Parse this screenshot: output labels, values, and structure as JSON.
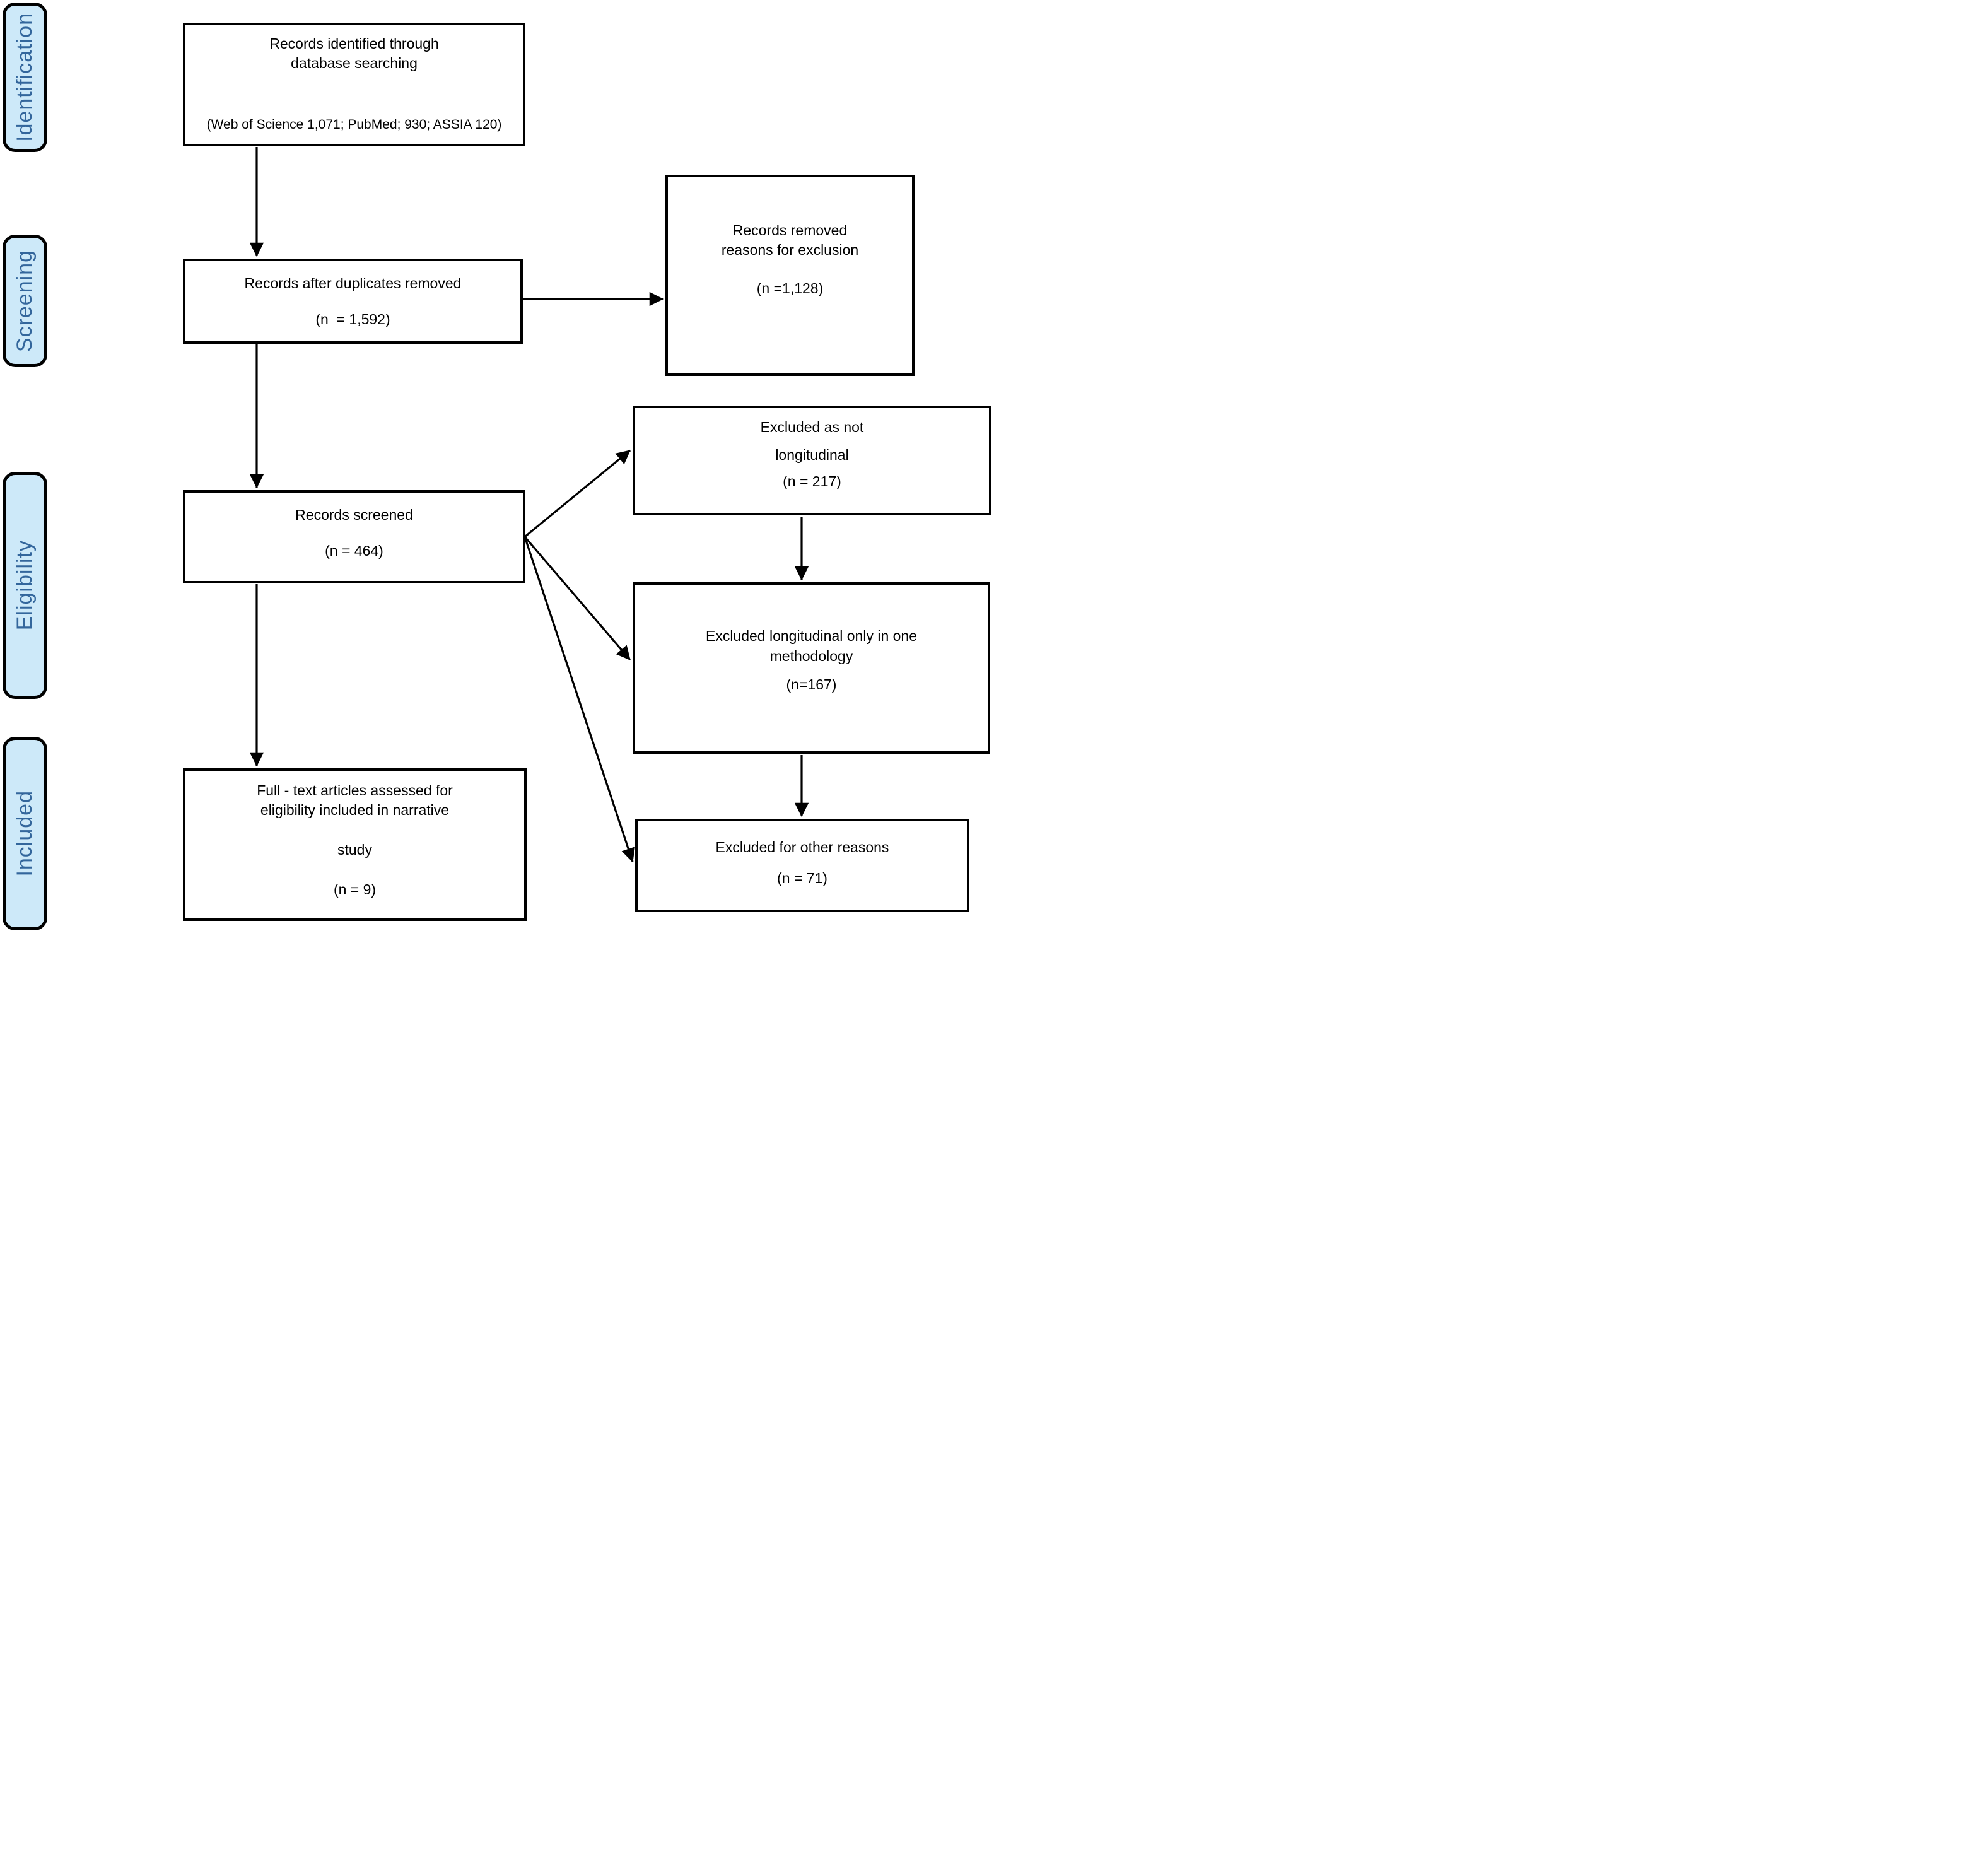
{
  "colors": {
    "stage_fill": "#cde9f9",
    "stage_text": "#33669c",
    "stage_border": "#000000",
    "box_border": "#000000",
    "box_text": "#000000",
    "arrow": "#000000",
    "background": "#ffffff"
  },
  "stages": [
    {
      "label": "Identification"
    },
    {
      "label": "Screening"
    },
    {
      "label": "Eligibility"
    },
    {
      "label": "Included"
    }
  ],
  "flow": {
    "identified": {
      "lines": [
        "Records identified through",
        "database searching"
      ],
      "note": "(Web of Science 1,071; PubMed; 930; ASSIA 120)"
    },
    "deduplicated": {
      "title": "Records after duplicates removed",
      "count": "(n  = 1,592)"
    },
    "removed": {
      "lines": [
        "Records removed",
        "reasons for exclusion"
      ],
      "count": "(n =1,128)"
    },
    "screened": {
      "title": "Records screened",
      "count": "(n = 464)"
    },
    "not_longitudinal": {
      "lines": [
        "Excluded as not",
        "longitudinal"
      ],
      "count": "(n = 217)"
    },
    "one_methodology": {
      "lines": [
        "Excluded longitudinal only in one",
        "methodology"
      ],
      "count": "(n=167)"
    },
    "other_reasons": {
      "title": "Excluded for other reasons",
      "count": "(n = 71)"
    },
    "fulltext": {
      "lines": [
        "Full - text articles assessed for",
        "eligibility included in narrative",
        "study"
      ],
      "count": "(n = 9)"
    }
  }
}
